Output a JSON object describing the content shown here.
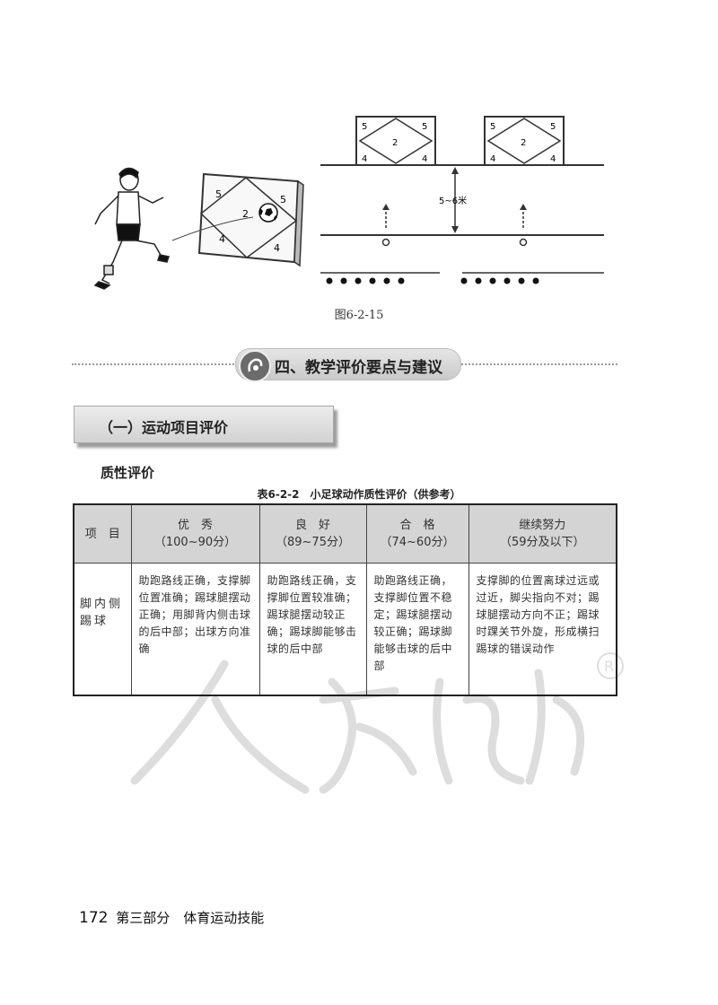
{
  "figure": {
    "goal_numbers_left": [
      "5",
      "2",
      "5",
      "4",
      "4"
    ],
    "goal_numbers_right_1": [
      "5",
      "5",
      "2",
      "4",
      "4"
    ],
    "goal_numbers_right_2": [
      "5",
      "5",
      "2",
      "4",
      "4"
    ],
    "distance_label": "5~6米",
    "caption": "图6-2-15"
  },
  "section": {
    "title": "四、教学评价要点与建议"
  },
  "subsection": {
    "title": "（一）运动项目评价"
  },
  "quality_heading": "质性评价",
  "table": {
    "title": "表6-2-2　小足球动作质性评价（供参考）",
    "headers": [
      {
        "line1": "项　目",
        "line2": ""
      },
      {
        "line1": "优　秀",
        "line2": "（100~90分）"
      },
      {
        "line1": "良　好",
        "line2": "（89~75分）"
      },
      {
        "line1": "合　格",
        "line2": "（74~60分）"
      },
      {
        "line1": "继续努力",
        "line2": "（59分及以下）"
      }
    ],
    "rows": [
      {
        "item": "脚内侧踢球",
        "excellent": "助跑路线正确，支撑脚位置准确；踢球腿摆动正确；用脚背内侧击球的后中部；出球方向准确",
        "good": "助跑路线正确，支撑脚位置较准确；踢球腿摆动较正确；踢球脚能够击球的后中部",
        "pass": "助跑路线正确，支撑脚位置不稳定；踢球腿摆动较正确；踢球脚能够击球的后中部",
        "improve": "支撑脚的位置离球过远或过近，脚尖指向不对；踢球腿摆动方向不正；踢球时踝关节外旋，形成横扫踢球的错误动作"
      }
    ]
  },
  "footer": {
    "page_number": "172",
    "text": "第三部分　体育运动技能"
  }
}
